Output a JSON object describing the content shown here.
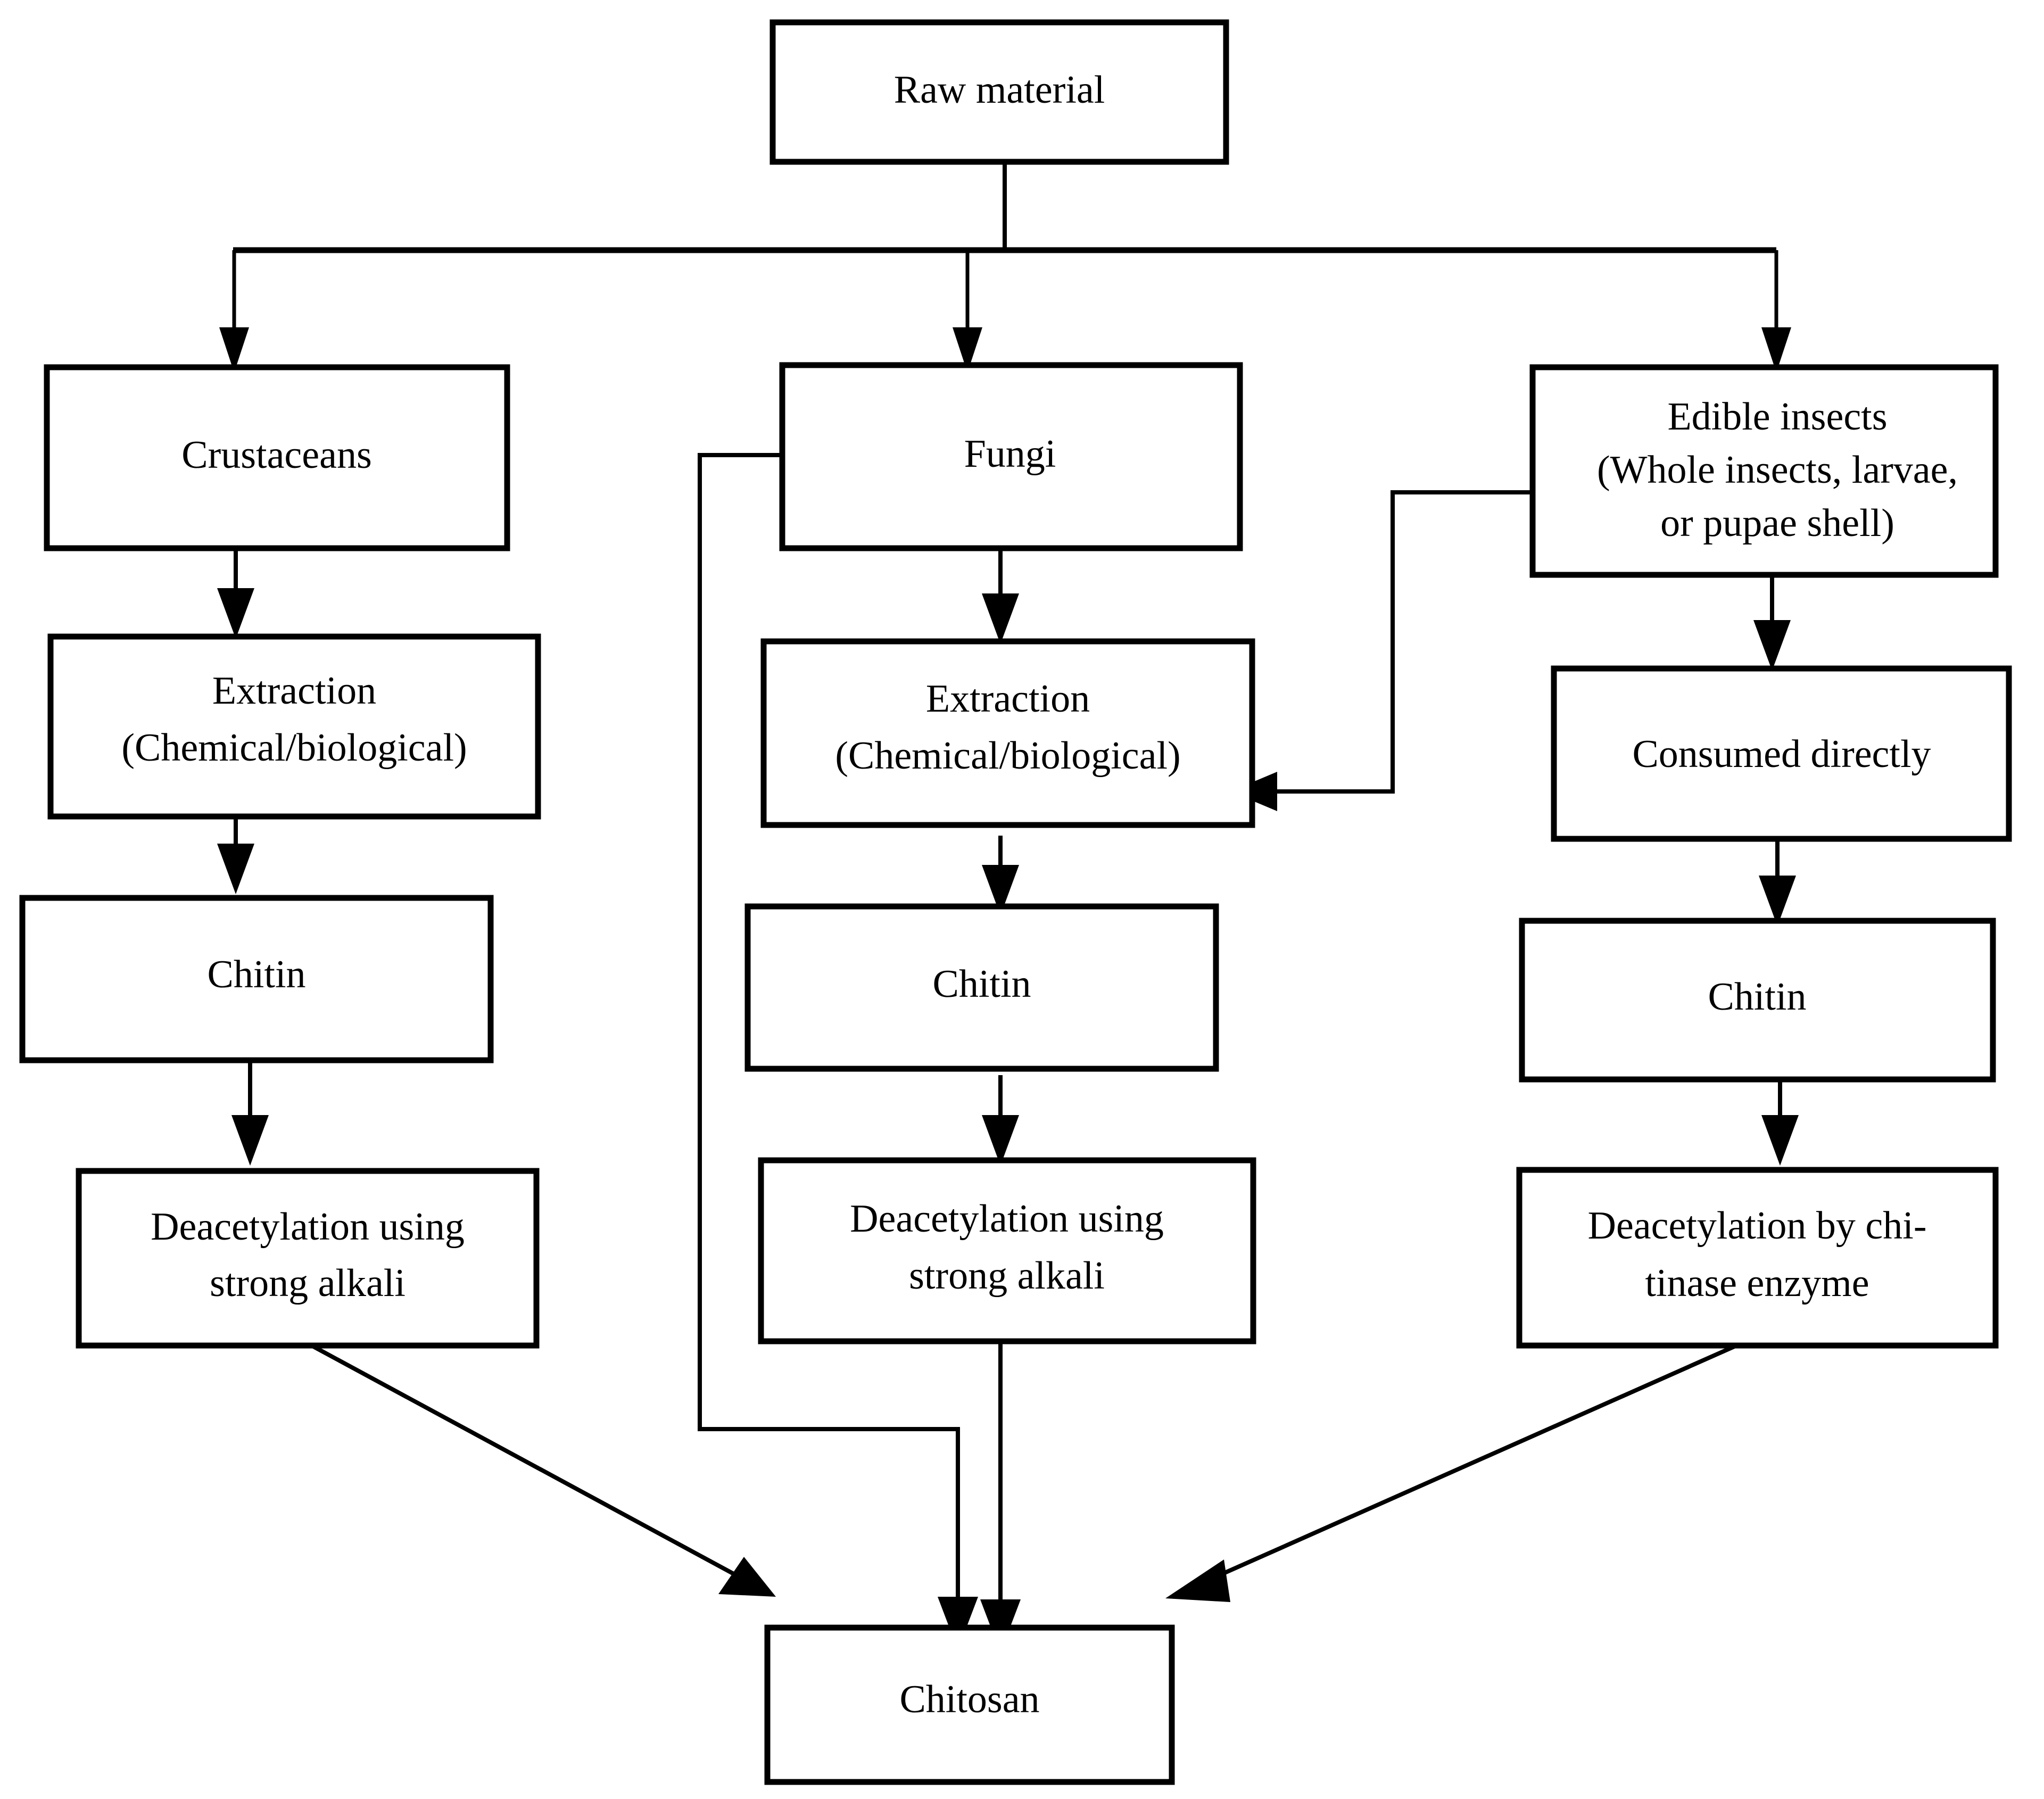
{
  "diagram": {
    "title": "Chitin and chitosan production flowchart from raw materials",
    "colors": {
      "background": "#ffffff",
      "stroke": "#000000",
      "fill": "#ffffff"
    },
    "nodes": {
      "raw_material": {
        "label": "Raw material"
      },
      "crustaceans": {
        "label": "Crustaceans"
      },
      "fungi": {
        "label": "Fungi"
      },
      "edible_insects_line1": {
        "label": "Edible insects"
      },
      "edible_insects_line2": {
        "label": "(Whole insects, larvae,"
      },
      "edible_insects_line3": {
        "label": "or pupae shell)"
      },
      "extraction_left_line1": {
        "label": "Extraction"
      },
      "extraction_left_line2": {
        "label": "(Chemical/biological)"
      },
      "extraction_mid_line1": {
        "label": "Extraction"
      },
      "extraction_mid_line2": {
        "label": "(Chemical/biological)"
      },
      "consumed_directly": {
        "label": "Consumed directly"
      },
      "chitin_left": {
        "label": "Chitin"
      },
      "chitin_mid": {
        "label": "Chitin"
      },
      "chitin_right": {
        "label": "Chitin"
      },
      "deacetylation_left_line1": {
        "label": "Deacetylation using"
      },
      "deacetylation_left_line2": {
        "label": "strong alkali"
      },
      "deacetylation_mid_line1": {
        "label": "Deacetylation using"
      },
      "deacetylation_mid_line2": {
        "label": "strong alkali"
      },
      "deacetylation_right_line1": {
        "label": "Deacetylation by chi-"
      },
      "deacetylation_right_line2": {
        "label": "tinase enzyme"
      },
      "chitosan": {
        "label": "Chitosan"
      }
    }
  }
}
